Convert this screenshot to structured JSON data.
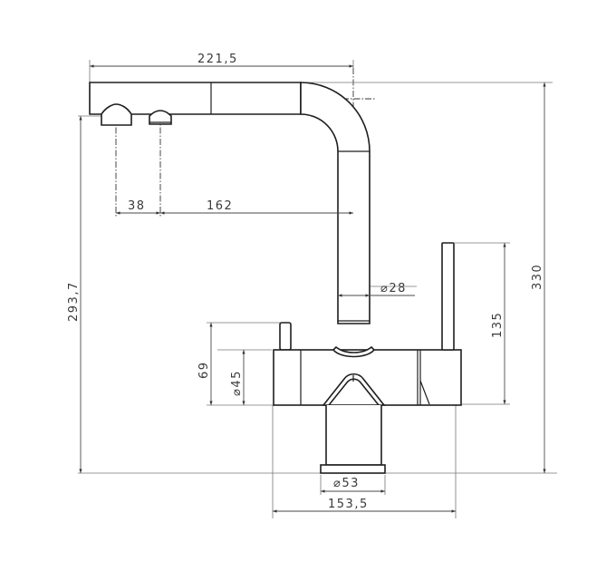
{
  "drawing": {
    "subject": "Kitchen faucet with pull-out L-spout, side filter tap and side lever",
    "view": "side elevation",
    "line_color": "#1e1e1e",
    "dimension_color": "#4a4a4a",
    "background": "#ffffff"
  },
  "dimensions": {
    "spout_reach": "221,5",
    "outlet_spacing": "38",
    "outlet_to_axis": "162",
    "spout_height": "293,7",
    "total_height": "330",
    "lever_height": "135",
    "spout_diameter": "⌀28",
    "filter_tap_height": "69",
    "body_diameter": "⌀45",
    "base_diameter": "⌀53",
    "total_width": "153,5"
  }
}
